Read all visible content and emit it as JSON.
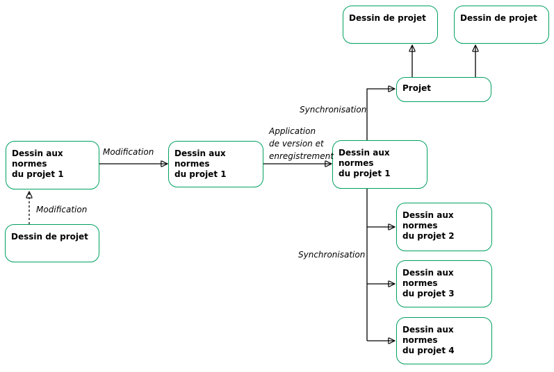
{
  "diagram": {
    "nodes": {
      "norms1_original": {
        "label": "Dessin aux normes\ndu projet 1"
      },
      "dessin_projet_source": {
        "label": "Dessin de projet"
      },
      "norms1_modified": {
        "label": "Dessin aux normes\ndu projet 1"
      },
      "norms1_saved": {
        "label": "Dessin aux normes\ndu projet 1"
      },
      "projet": {
        "label": "Projet"
      },
      "dessin_projet_top_1": {
        "label": "Dessin de projet"
      },
      "dessin_projet_top_2": {
        "label": "Dessin de projet"
      },
      "norms2": {
        "label": "Dessin aux normes\ndu projet 2"
      },
      "norms3": {
        "label": "Dessin aux normes\ndu projet 3"
      },
      "norms4": {
        "label": "Dessin aux normes\ndu projet 4"
      }
    },
    "edge_labels": {
      "modification_horizontal": "Modification",
      "modification_vertical": "Modification",
      "application_version": "Application\nde version et\nenregistrement",
      "synchronisation_top": "Synchronisation",
      "synchronisation_bottom": "Synchronisation"
    },
    "colors": {
      "node_border": "#00A05F",
      "connector": "#000000",
      "text": "#000000",
      "background": "#FFFFFF"
    }
  }
}
